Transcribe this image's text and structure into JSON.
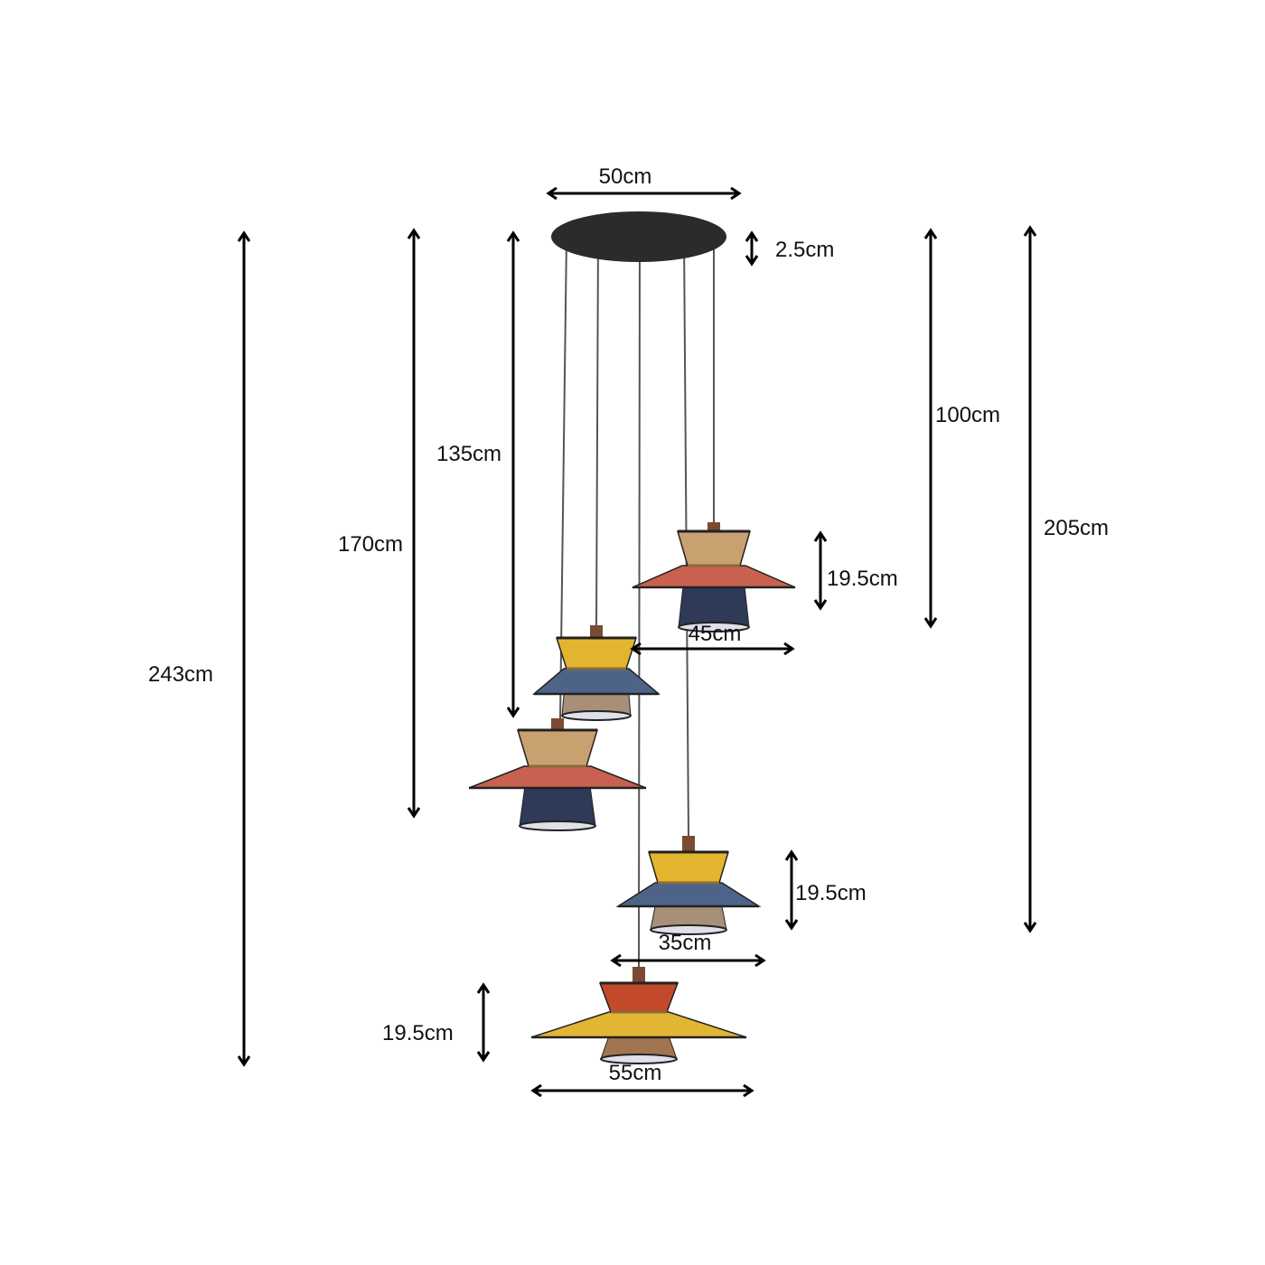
{
  "diagram": {
    "canopy": {
      "diameter_label": "50cm",
      "height_label": "2.5cm",
      "color": "#2b2b2b"
    },
    "drops": {
      "drop_100": "100cm",
      "drop_135": "135cm",
      "drop_170": "170cm",
      "drop_205": "205cm",
      "drop_243": "243cm"
    },
    "shade_sizes": {
      "height_upper": "19.5cm",
      "width_45": "45cm",
      "height_middle": "19.5cm",
      "width_35": "35cm",
      "height_lower": "19.5cm",
      "width_55": "55cm"
    },
    "lamps": [
      {
        "name": "lamp-45cm-upper",
        "top": "#c9a070",
        "brim": "#c8614f",
        "cup": "#2f3a58"
      },
      {
        "name": "lamp-35cm-upper",
        "top": "#e3b52e",
        "brim": "#4d6488",
        "cup": "#a89078"
      },
      {
        "name": "lamp-45cm-lower",
        "top": "#c9a070",
        "brim": "#c8614f",
        "cup": "#2f3a58"
      },
      {
        "name": "lamp-35cm-lower",
        "top": "#e3b52e",
        "brim": "#4d6488",
        "cup": "#a89078"
      },
      {
        "name": "lamp-55cm",
        "top": "#c2492a",
        "brim": "#e3b535",
        "cup": "#a27550"
      }
    ],
    "cord_color": "#555555",
    "cap_color": "#7a4a32"
  }
}
